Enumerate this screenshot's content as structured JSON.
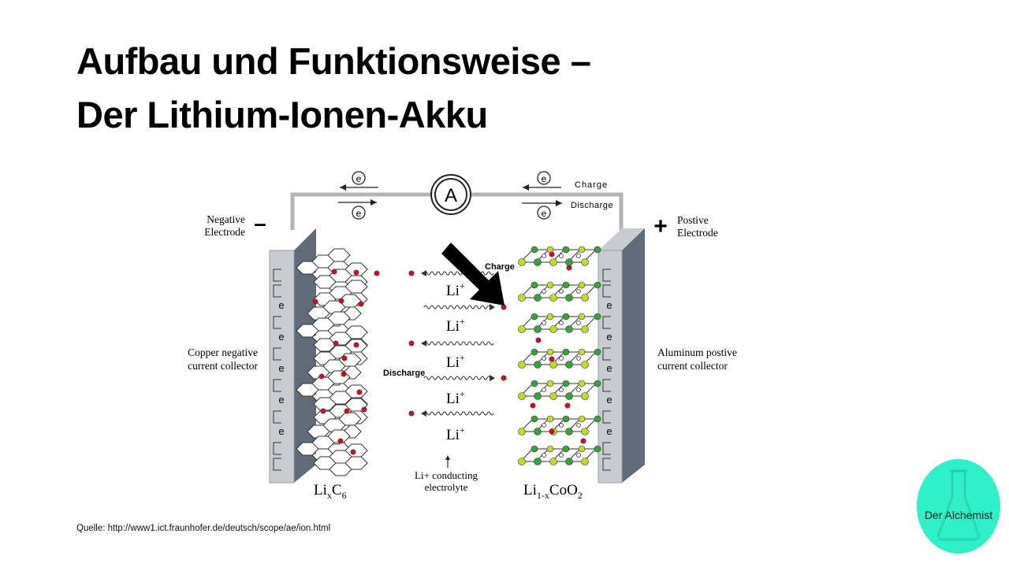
{
  "slide": {
    "title_line1": "Aufbau und Funktionsweise –",
    "title_line2": "Der Lithium-Ionen-Akku",
    "source": "Quelle: http://www1.ict.fraunhofer.de/deutsch/scope/ae/ion.html",
    "logo_text": "Der Alchemist"
  },
  "diagram": {
    "ammeter": "A",
    "electron_symbol": "e",
    "charge": "Charge",
    "discharge": "Discharge",
    "arrow_charge": "Charge",
    "arrow_discharge": "Discharge",
    "negative_sign": "–",
    "positive_sign": "+",
    "negative_electrode": [
      "Negative",
      "Electrode"
    ],
    "positive_electrode": [
      "Postive",
      "Electrode"
    ],
    "copper_collector": [
      "Copper negative",
      "current collector"
    ],
    "aluminum_collector": [
      "Aluminum postive",
      "current collector"
    ],
    "li_ion": "Li",
    "li_charge": "+",
    "electrolyte": [
      "Li+ conducting",
      "electrolyte"
    ],
    "anode_formula": {
      "base": "Li",
      "sub1": "x",
      "base2": "C",
      "sub2": "6"
    },
    "cathode_formula": {
      "base": "Li",
      "sub1": "1-x",
      "base2": "CoO",
      "sub2": "2"
    },
    "collector_e_labels": [
      "e",
      "e",
      "e",
      "e",
      "e"
    ],
    "colors": {
      "collector_face": "#c8ccd0",
      "collector_side": "#5f6b78",
      "wire": "#b4b4b4",
      "lithium": "#b0192a",
      "cobalt_green": "#3aa23c",
      "oxygen_yellow": "#c6d82a",
      "arrow": "#000000"
    }
  }
}
